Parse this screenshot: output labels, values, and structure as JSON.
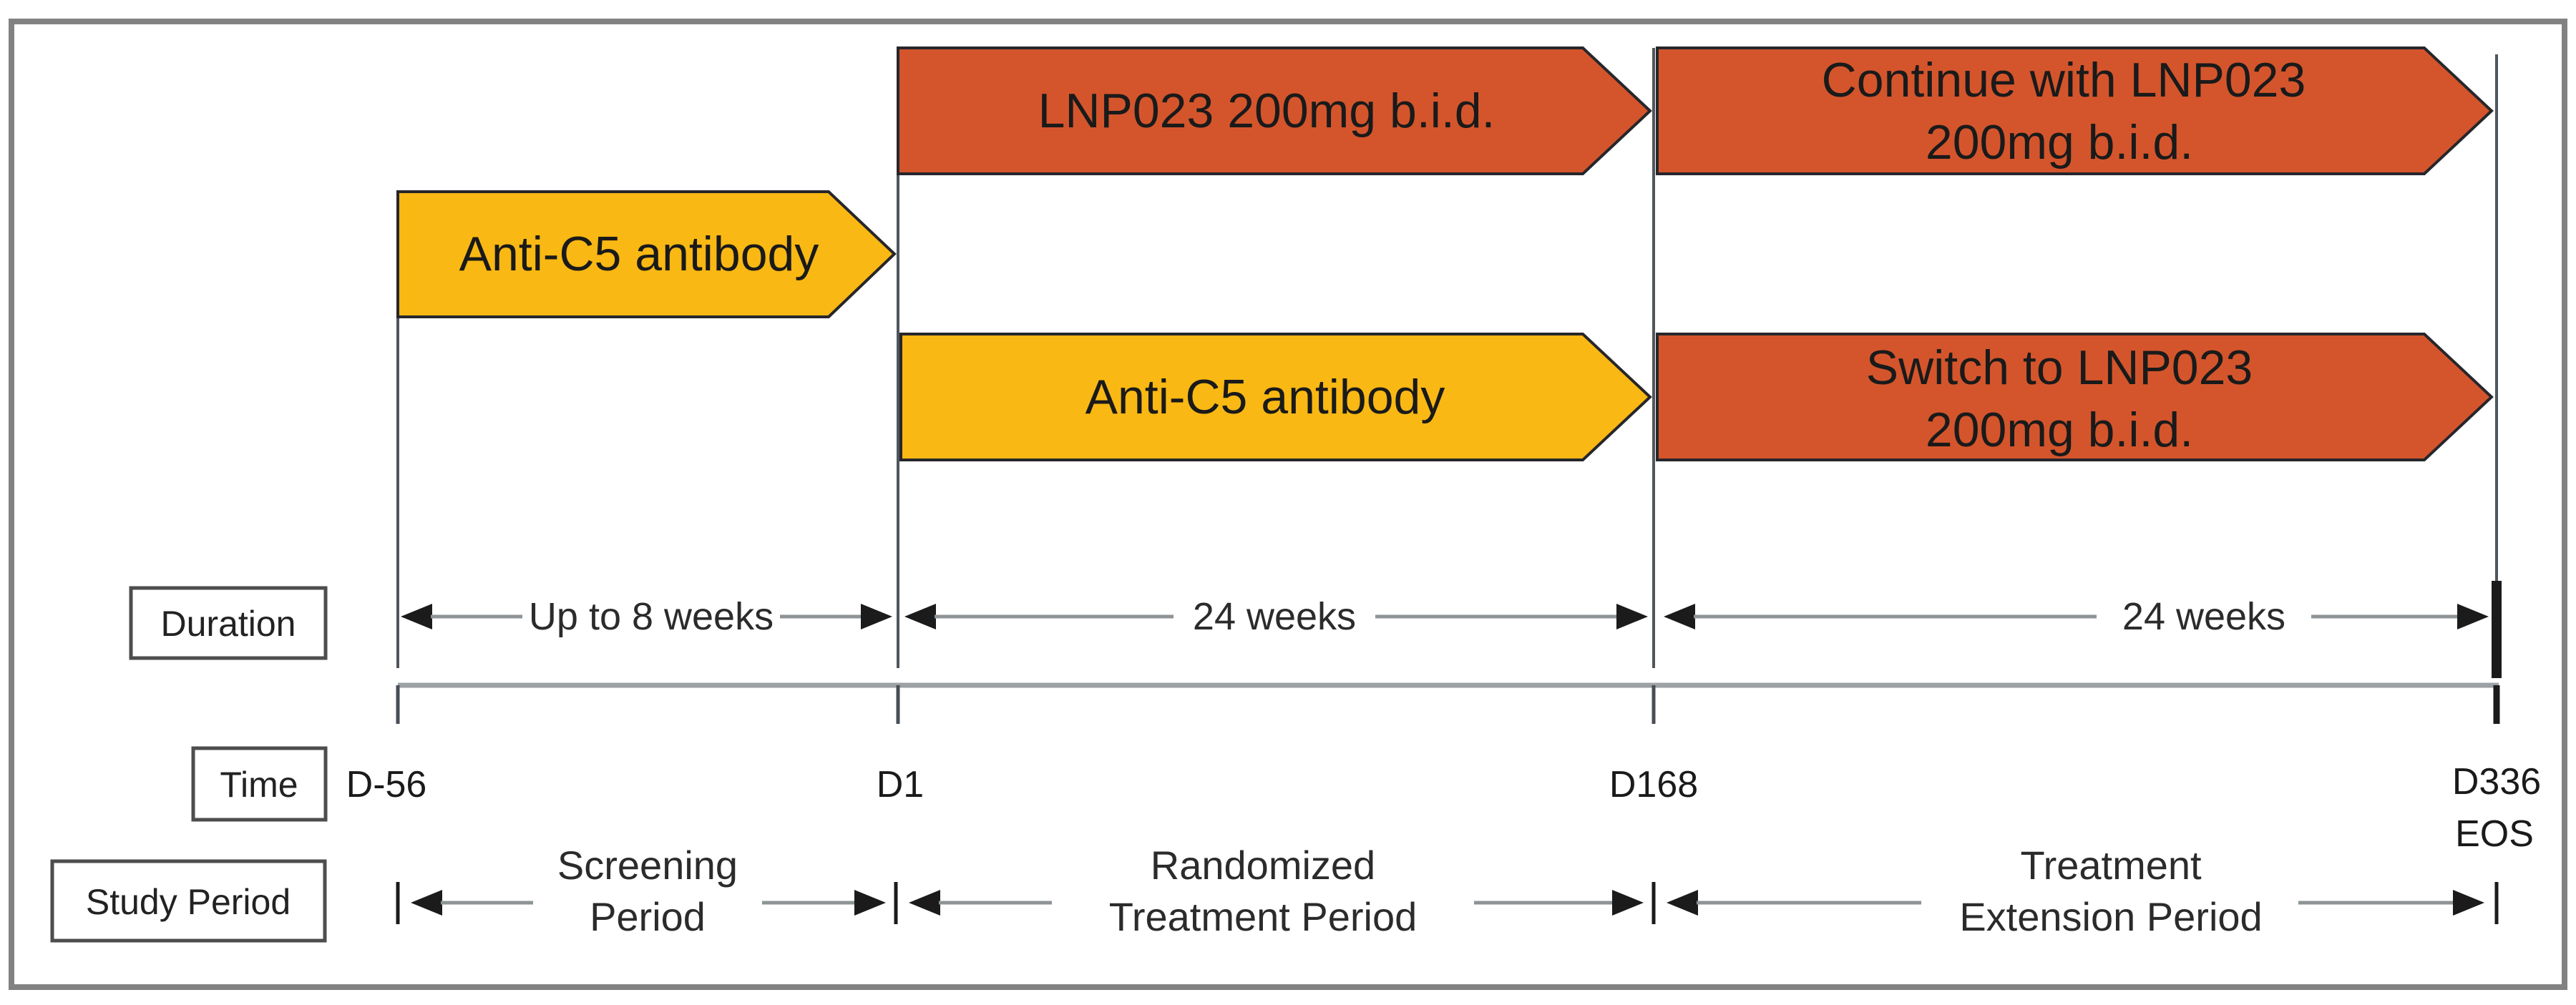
{
  "diagram": {
    "treatment_arrows": {
      "lnp023_randomized": "LNP023 200mg b.i.d.",
      "continue_l1": "Continue with LNP023",
      "continue_l2": "200mg b.i.d.",
      "anti_c5_screening": "Anti-C5 antibody",
      "anti_c5_randomized": "Anti-C5 antibody",
      "switch_l1": "Switch to LNP023",
      "switch_l2": "200mg b.i.d."
    },
    "duration": {
      "label": "Duration",
      "segments": [
        "Up to 8 weeks",
        "24 weeks",
        "24 weeks"
      ]
    },
    "time": {
      "label": "Time",
      "points": [
        "D-56",
        "D1",
        "D168",
        "D336"
      ],
      "eos": "EOS"
    },
    "study_period": {
      "label": "Study Period",
      "periods": [
        {
          "l1": "Screening",
          "l2": "Period"
        },
        {
          "l1": "Randomized",
          "l2": "Treatment Period"
        },
        {
          "l1": "Treatment",
          "l2": "Extension Period"
        }
      ]
    },
    "colors": {
      "arrow_orange": "#D4552C",
      "arrow_yellow": "#F9B813",
      "arrow_outline": "#26262B",
      "dimension_line": "#8E9396",
      "axis_gray": "#9BA1A4",
      "marker_black": "#1B1B1B",
      "box_border": "#4D4D4D",
      "figure_border": "#828282",
      "text": "#1A1A1A"
    }
  }
}
